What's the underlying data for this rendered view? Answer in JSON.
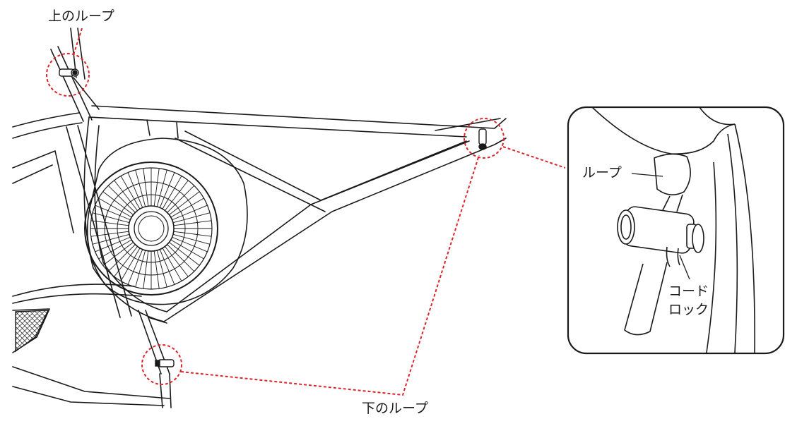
{
  "labels": {
    "upper_loop": "上のループ",
    "lower_loop": "下のループ",
    "inset_loop": "ループ",
    "inset_cord_lock_line1": "コード",
    "inset_cord_lock_line2": "ロック"
  },
  "colors": {
    "callout": "#d9262c",
    "line": "#1a1a1a",
    "background": "#ffffff"
  }
}
